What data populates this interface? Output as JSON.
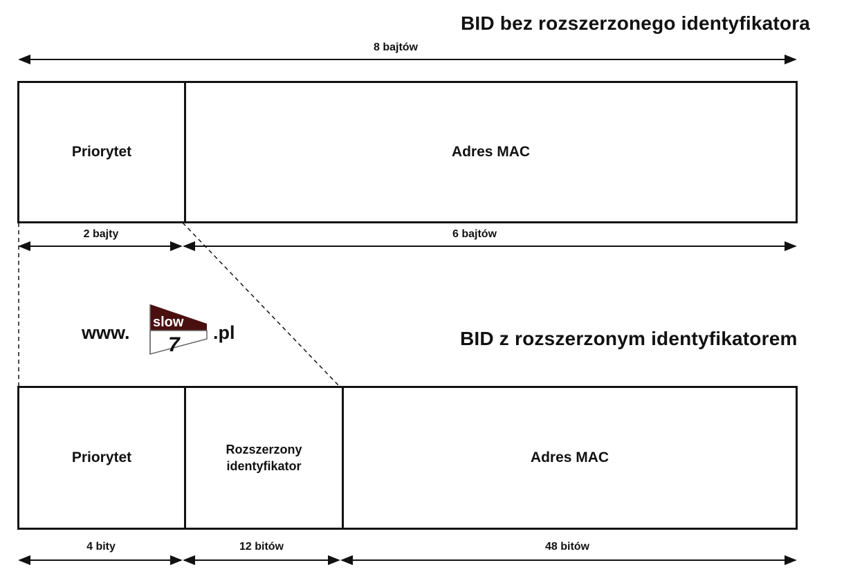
{
  "top": {
    "title": "BID bez rozszerzonego identyfikatora",
    "total_label": "8 bajtów",
    "fields": [
      {
        "label": "Priorytet",
        "size": "2 bajty"
      },
      {
        "label": "Adres MAC",
        "size": "6 bajtów"
      }
    ]
  },
  "bottom": {
    "title": "BID z rozszerzonym identyfikatorem",
    "fields": [
      {
        "label": "Priorytet",
        "size": "4 bity"
      },
      {
        "label": "Rozszerzony identyfikator",
        "size": "12 bitów"
      },
      {
        "label": "Adres MAC",
        "size": "48 bitów"
      }
    ]
  },
  "logo": {
    "prefix": "www.",
    "band": "slow",
    "number": "7",
    "suffix": ".pl"
  }
}
